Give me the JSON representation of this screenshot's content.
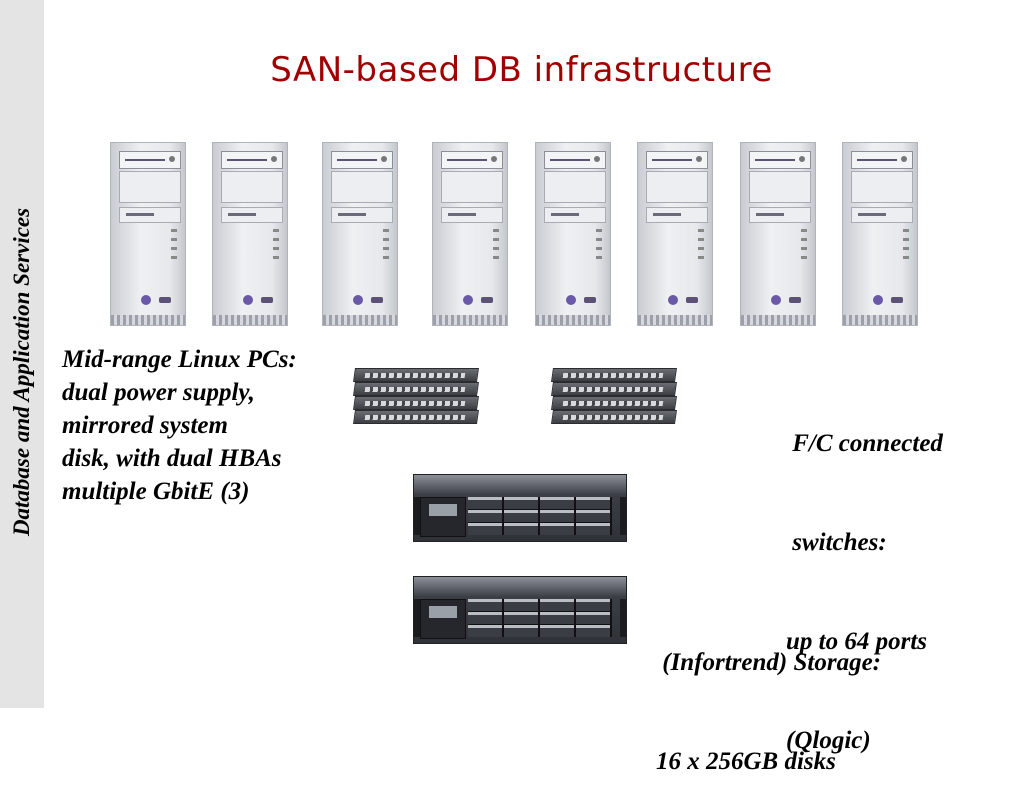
{
  "sidebar": {
    "label": "Database and Application Services"
  },
  "slide": {
    "title": "SAN-based DB infrastructure",
    "pcs_caption": [
      "Mid-range Linux PCs:",
      "dual power supply,",
      "mirrored system",
      "disk, with dual HBAs",
      "multiple GbitE (3)"
    ],
    "switch_caption": [
      " F/C connected",
      " switches:",
      "up to 64 ports",
      "(Qlogic)"
    ],
    "storage_caption": [
      " (Infortrend) Storage:",
      "16 x 256GB disks"
    ]
  },
  "images": {
    "pc_count": 8,
    "switch_count": 2,
    "storage_count": 2
  }
}
